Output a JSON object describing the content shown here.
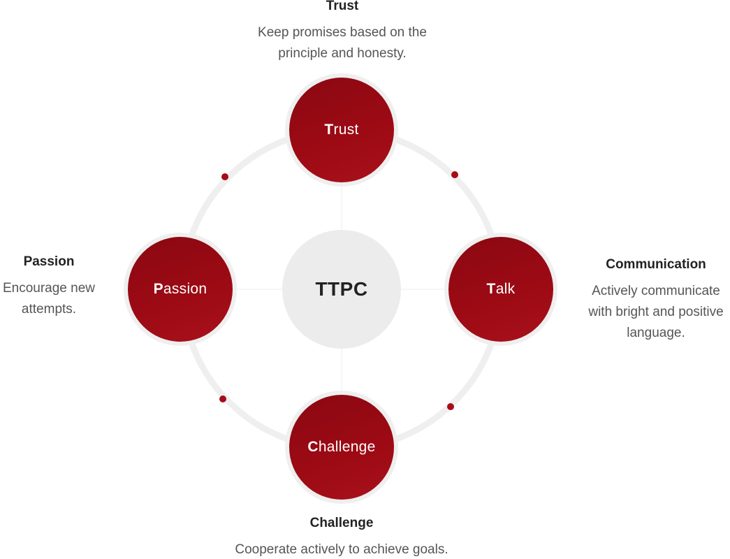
{
  "center": {
    "label": "TTPC"
  },
  "nodes": {
    "trust": {
      "initial": "T",
      "rest": "rust"
    },
    "talk": {
      "initial": "T",
      "rest": "alk"
    },
    "challenge": {
      "initial": "C",
      "rest": "hallenge"
    },
    "passion": {
      "initial": "P",
      "rest": "assion"
    }
  },
  "descriptions": {
    "trust": {
      "title": "Trust",
      "body": "Keep promises based on the principle and honesty."
    },
    "communication": {
      "title": "Communication",
      "body": "Actively communicate with bright and positive language."
    },
    "challenge": {
      "title": "Challenge",
      "body": "Cooperate actively to achieve goals."
    },
    "passion": {
      "title": "Passion",
      "body": "Encourage new attempts."
    }
  },
  "colors": {
    "node_red": "#9c0a14",
    "dot_red": "#a50d18",
    "ring_gray": "#efefef",
    "center_gray": "#ececec"
  }
}
